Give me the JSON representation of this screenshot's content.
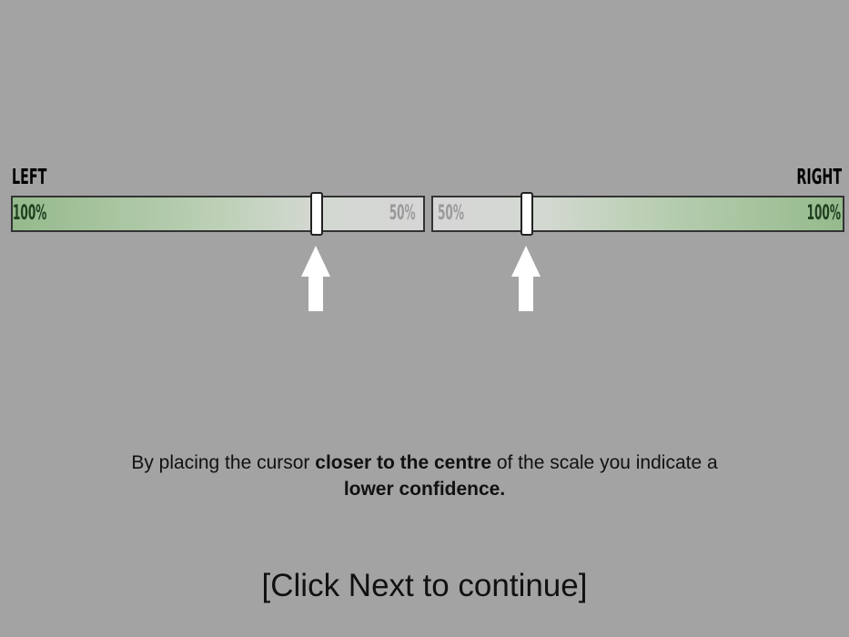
{
  "scale": {
    "left_label": "LEFT",
    "right_label": "RIGHT",
    "left_end_pct": "100%",
    "left_mid_pct": "50%",
    "right_mid_pct": "50%",
    "right_end_pct": "100%",
    "colors": {
      "strong_green": "#95ba8c",
      "neutral_gray": "#d6d6d6",
      "background": "#a3a3a3"
    }
  },
  "icons": {
    "cursor_arrow": "up-arrow-icon"
  },
  "instruction": {
    "part1": "By placing the cursor ",
    "bold1": "closer to the centre",
    "part2": " of the scale you indicate a",
    "bold2": "lower confidence."
  },
  "footer": {
    "continue_text": "[Click Next to continue]"
  }
}
